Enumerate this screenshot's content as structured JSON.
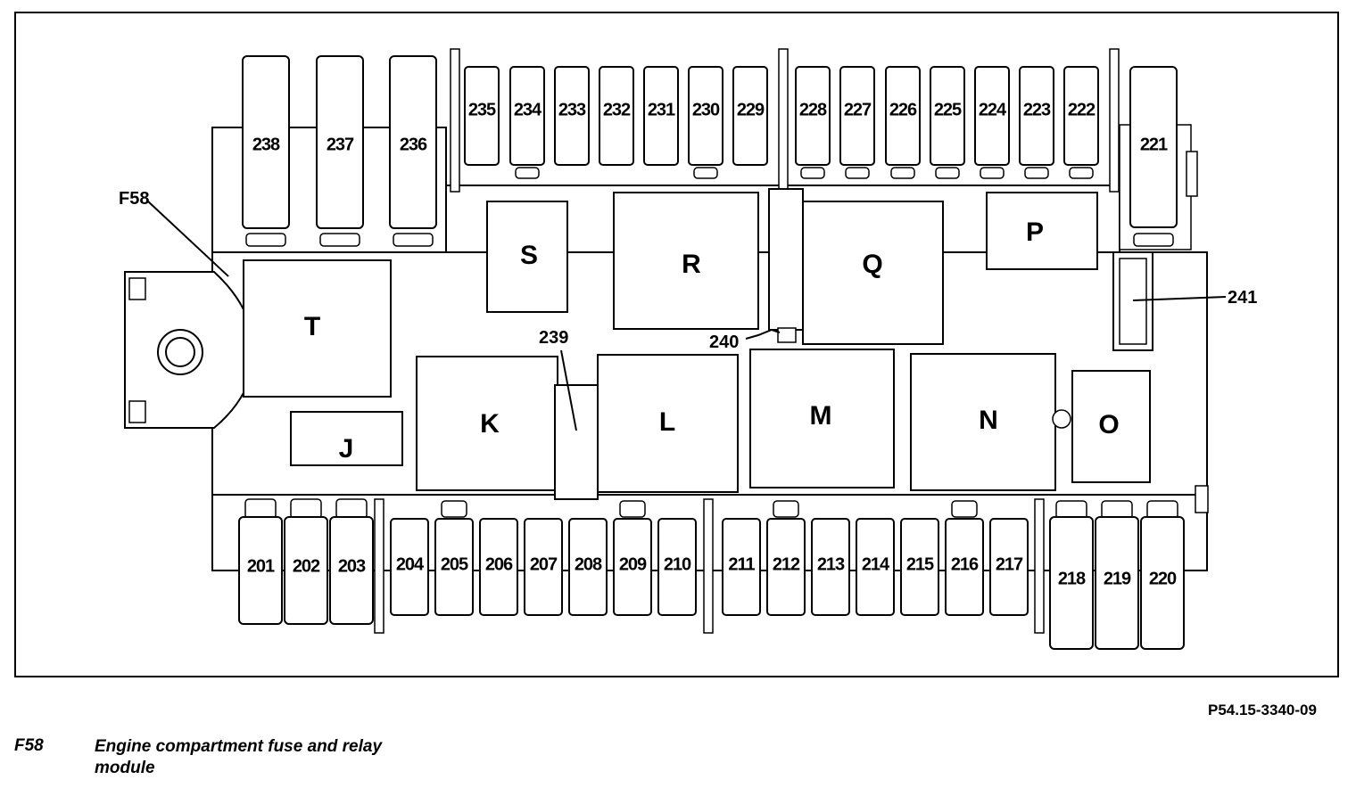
{
  "diagram": {
    "component_label": "F58",
    "relays": [
      "T",
      "S",
      "R",
      "Q",
      "P",
      "J",
      "K",
      "L",
      "M",
      "N",
      "O"
    ],
    "fuses_top": [
      "238",
      "237",
      "236",
      "235",
      "234",
      "233",
      "232",
      "231",
      "230",
      "229",
      "228",
      "227",
      "226",
      "225",
      "224",
      "223",
      "222",
      "221"
    ],
    "fuses_bottom": [
      "201",
      "202",
      "203",
      "204",
      "205",
      "206",
      "207",
      "208",
      "209",
      "210",
      "211",
      "212",
      "213",
      "214",
      "215",
      "216",
      "217",
      "218",
      "219",
      "220"
    ],
    "callouts": [
      "239",
      "240",
      "241"
    ]
  },
  "figure_ref": "P54.15-3340-09",
  "legend": {
    "code": "F58",
    "description": "Engine compartment fuse and relay module"
  }
}
